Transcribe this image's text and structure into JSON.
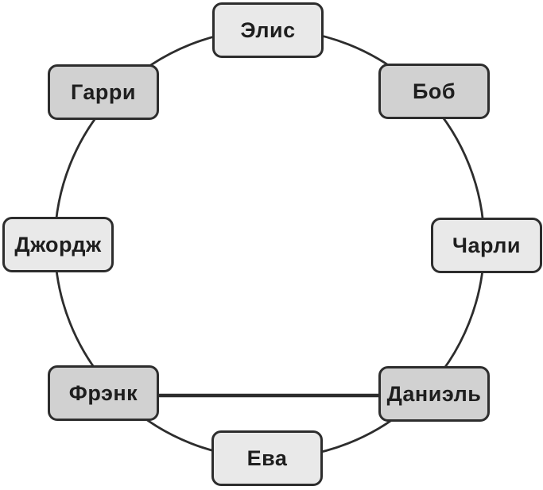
{
  "diagram": {
    "type": "circular-network-graph",
    "nodes": [
      {
        "id": "alice",
        "label": "Элис",
        "variant": "light",
        "position": "top"
      },
      {
        "id": "bob",
        "label": "Боб",
        "variant": "dark",
        "position": "top-right"
      },
      {
        "id": "charlie",
        "label": "Чарли",
        "variant": "light",
        "position": "right"
      },
      {
        "id": "daniel",
        "label": "Даниэль",
        "variant": "dark",
        "position": "bottom-right"
      },
      {
        "id": "eva",
        "label": "Ева",
        "variant": "light",
        "position": "bottom"
      },
      {
        "id": "frank",
        "label": "Фрэнк",
        "variant": "dark",
        "position": "bottom-left"
      },
      {
        "id": "george",
        "label": "Джордж",
        "variant": "light",
        "position": "left"
      },
      {
        "id": "harry",
        "label": "Гарри",
        "variant": "dark",
        "position": "top-left"
      }
    ],
    "edges": {
      "ring": [
        [
          "Элис",
          "Боб"
        ],
        [
          "Боб",
          "Чарли"
        ],
        [
          "Чарли",
          "Даниэль"
        ],
        [
          "Даниэль",
          "Ева"
        ],
        [
          "Ева",
          "Фрэнк"
        ],
        [
          "Фрэнк",
          "Джордж"
        ],
        [
          "Джордж",
          "Гарри"
        ],
        [
          "Гарри",
          "Элис"
        ]
      ],
      "chords": [
        {
          "from": "Фрэнк",
          "to": "Даниэль",
          "style": "thick-straight"
        }
      ]
    },
    "colors": {
      "background": "#ffffff",
      "node_fill_light": "#e9e9e9",
      "node_fill_dark": "#d1d1d1",
      "stroke": "#2d2d2d",
      "text": "#1e1e1e"
    }
  }
}
